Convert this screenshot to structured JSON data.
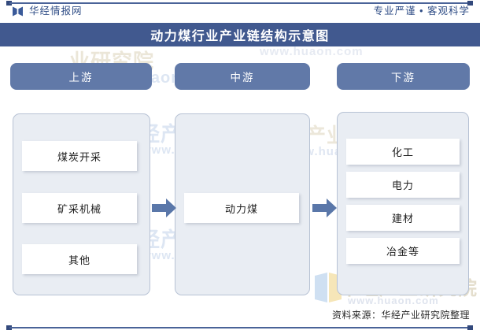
{
  "header": {
    "brand_name": "华经情报网",
    "brand_icon": "bowtie-logo-icon",
    "slogan": "专业严谨 • 客观科学"
  },
  "title": {
    "text": "动力煤行业产业链结构示意图"
  },
  "columns": [
    {
      "key": "upstream",
      "head_label": "上游",
      "items": [
        "煤炭开采",
        "矿采机械",
        "其他"
      ]
    },
    {
      "key": "midstream",
      "head_label": "中游",
      "items": [
        "动力煤"
      ]
    },
    {
      "key": "downstream",
      "head_label": "下游",
      "items": [
        "化工",
        "电力",
        "建材",
        "冶金等"
      ]
    }
  ],
  "arrows": [
    {
      "name": "arrow-upstream-to-midstream",
      "direction": "right"
    },
    {
      "name": "arrow-midstream-to-downstream",
      "direction": "right"
    }
  ],
  "footer": {
    "source": "资料来源：华经产业研究院整理"
  },
  "watermark": {
    "institute": "华经产业研究院",
    "url": "www.huaon.com",
    "fragment_a": "业研究院",
    "fragment_b": "产业研究",
    "fragment_c": "产业"
  },
  "colors": {
    "title_band": "#41598f",
    "col_head": "#6179a8",
    "col_box": "#e9edf3",
    "col_box_border": "#b7c2d4",
    "arrow": "#5a77a9",
    "brand_text": "#2f4d86",
    "rule": "#4a6398",
    "item_bg": "#ffffff"
  }
}
